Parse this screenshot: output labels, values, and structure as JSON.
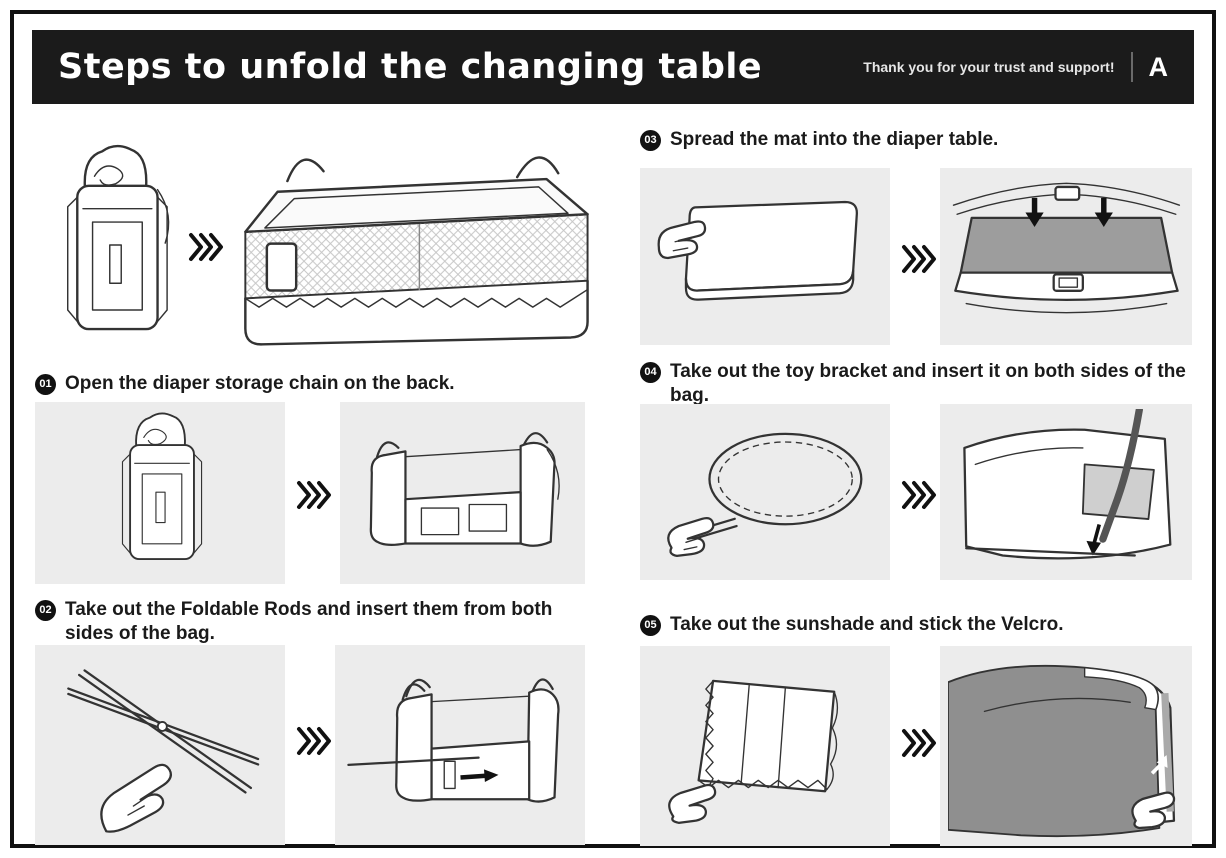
{
  "header": {
    "title": "Steps to unfold the changing table",
    "thanks": "Thank you for your trust and support!",
    "corner_label": "A"
  },
  "steps": [
    {
      "num": "01",
      "caption": "Open the diaper storage chain on the back."
    },
    {
      "num": "02",
      "caption": "Take out the Foldable Rods and insert them from both sides of the bag."
    },
    {
      "num": "03",
      "caption": "Spread the mat into the diaper table."
    },
    {
      "num": "04",
      "caption": "Take out the toy bracket and insert it on both sides of the bag."
    },
    {
      "num": "05",
      "caption": "Take out the sunshade and stick the Velcro."
    }
  ],
  "icons": {
    "arrow": "triple-chevron-right",
    "insert_arrow": "arrow-right",
    "press_arrow": "arrow-down"
  },
  "colors": {
    "header_bg": "#1b1b1b",
    "panel_bg": "#ececec",
    "mat_gray": "#9d9d9d",
    "fabric_gray": "#8f8f8f",
    "text": "#1a1a1a"
  }
}
